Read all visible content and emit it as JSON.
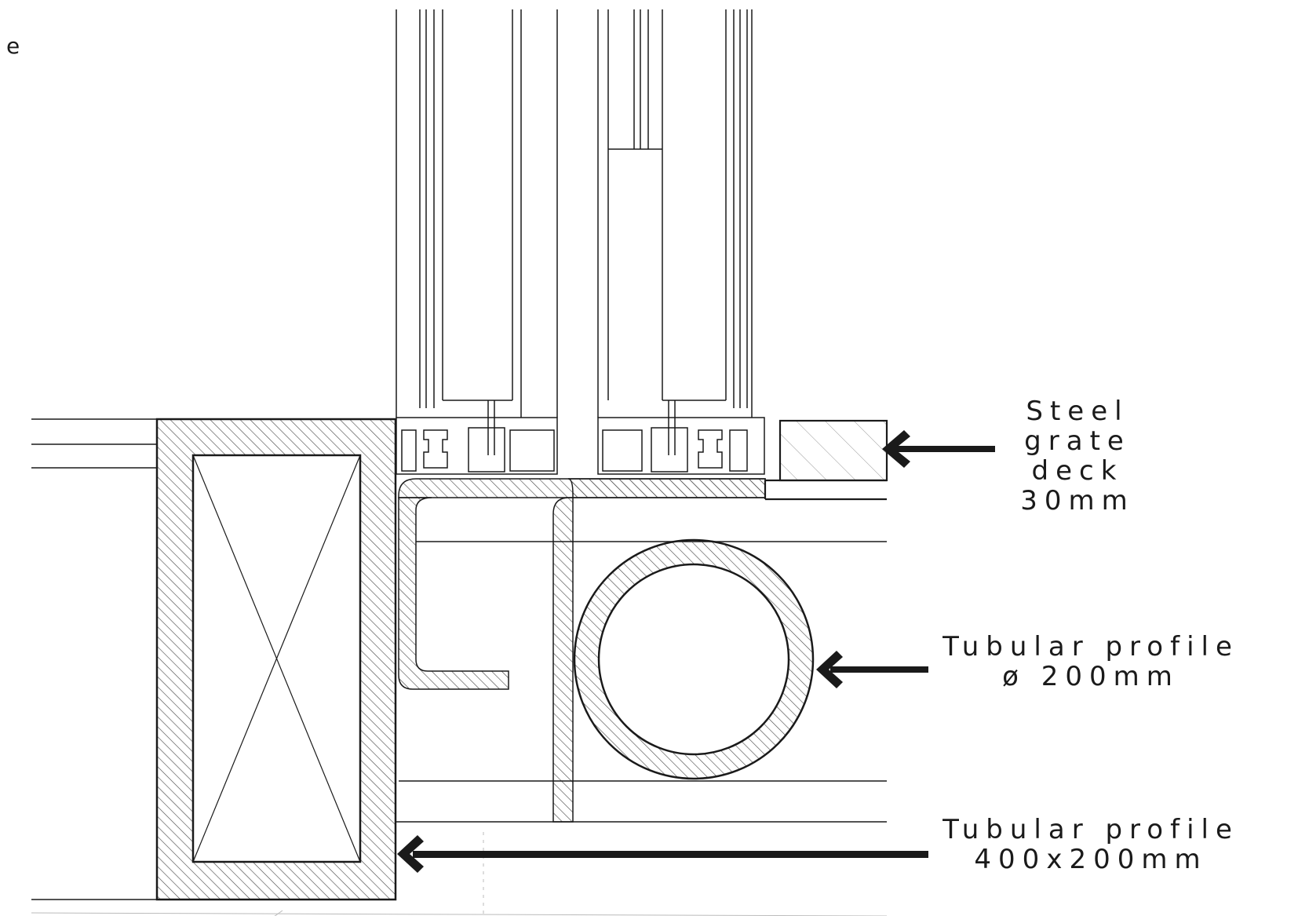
{
  "corner_text": "e",
  "labels": {
    "steel_grate": [
      "Steel",
      "grate",
      "deck",
      "30mm"
    ],
    "tube_round": [
      "Tubular profile",
      "ø 200mm"
    ],
    "tube_rect": [
      "Tubular profile",
      "400x200mm"
    ]
  },
  "colors": {
    "ink": "#1a1a1a",
    "hatch": "#555555",
    "faint": "#bbbbbb"
  }
}
